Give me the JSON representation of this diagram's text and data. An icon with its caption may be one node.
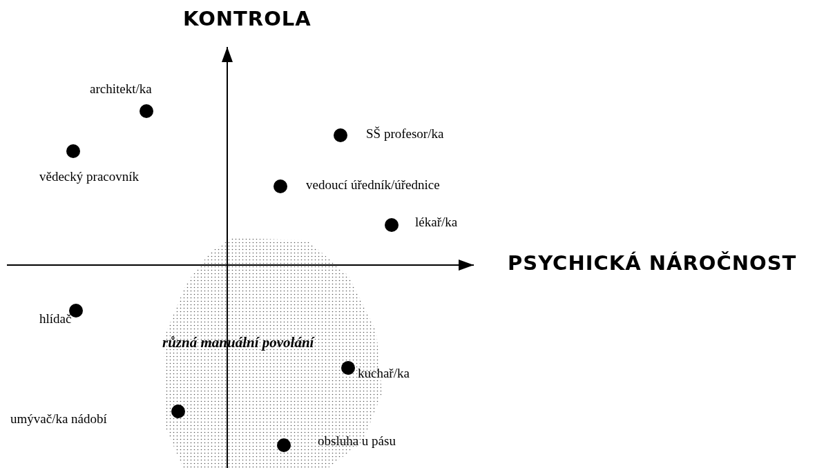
{
  "diagram": {
    "nodes": [
      {
        "text": [
          "různá manuální povolání"
        ]
      }
    ],
    "labels": [
      "KONTROLA",
      "architekt/ka",
      "SŠ profesor/ka",
      "vědecký pracovník",
      "vedoucí úředník/úřednice",
      "lékař/ka",
      "PSYCHICKÁ NÁROČNOST",
      "hlídač",
      "kuchař/ka",
      "umývač/ka nádobí",
      "obsluha u pásu"
    ]
  }
}
